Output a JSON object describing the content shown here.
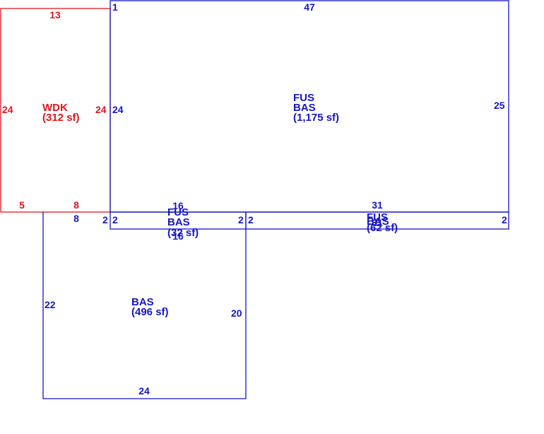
{
  "colors": {
    "living": "#1515c8",
    "deck": "#e0161c"
  },
  "sections": {
    "wdk": {
      "code": "WDK",
      "area": "(312 sf)",
      "dims": {
        "top": "13",
        "left": "24",
        "right": "24",
        "bottom_left": "5",
        "bottom_right": "8"
      }
    },
    "main": {
      "code1": "FUS",
      "code2": "BAS",
      "area": "(1,175 sf)",
      "dims": {
        "corner": "1",
        "top": "47",
        "left": "24",
        "right": "25"
      }
    },
    "strip_left": {
      "code1": "FUS",
      "code2": "BAS",
      "area": "(32 sf)",
      "dims": {
        "top": "16",
        "bottom": "16",
        "left": "2",
        "right": "2"
      }
    },
    "strip_right": {
      "code1": "FUS",
      "code2": "BAS",
      "area": "(62 sf)",
      "dims": {
        "top": "31",
        "bottom": "31",
        "left": "2",
        "right": "2"
      }
    },
    "bas": {
      "code": "BAS",
      "area": "(496 sf)",
      "dims": {
        "top": "8",
        "left_small": "2",
        "left": "22",
        "right": "20",
        "bottom": "24"
      }
    }
  }
}
